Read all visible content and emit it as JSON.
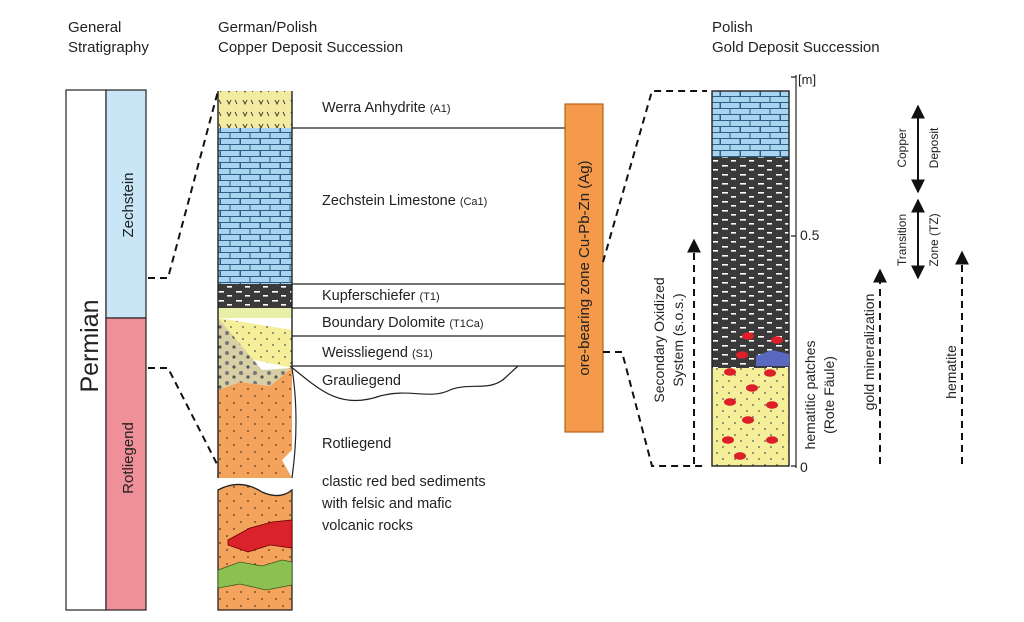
{
  "headers": {
    "general": [
      "General",
      "Stratigraphy"
    ],
    "copper": [
      "German/Polish",
      "Copper Deposit Succession"
    ],
    "gold": [
      "Polish",
      "Gold Deposit Succession"
    ]
  },
  "general_strat": {
    "period": "Permian",
    "zechstein": "Zechstein",
    "rotliegend": "Rotliegend"
  },
  "units": [
    {
      "name": "Werra Anhydrite",
      "code": "(A1)"
    },
    {
      "name": "Zechstein Limestone",
      "code": "(Ca1)"
    },
    {
      "name": "Kupferschiefer",
      "code": "(T1)"
    },
    {
      "name": "Boundary Dolomite",
      "code": "(T1Ca)"
    },
    {
      "name": "Weissliegend",
      "code": "(S1)"
    },
    {
      "name": "Grauliegend",
      "code": ""
    },
    {
      "name": "Rotliegend",
      "code": ""
    }
  ],
  "rotliegend_desc": [
    "clastic red bed sediments",
    "with felsic and mafic",
    "volcanic rocks"
  ],
  "ore_zone": "ore-bearing zone Cu-Pb-Zn (Ag)",
  "scale": {
    "unit": "[m]",
    "mid": "0.5",
    "zero": "0"
  },
  "gold_labels": {
    "sos": [
      "Secondary Oxidized",
      "System (s.o.s.)"
    ],
    "hematitic": [
      "hematitic patches",
      "(Rote Fäule)"
    ],
    "copper_deposit": [
      "Copper",
      "Deposit"
    ],
    "transition": [
      "Transition",
      "Zone (TZ)"
    ],
    "gold_min": "gold mineralization",
    "hematite": "hematite"
  },
  "colors": {
    "zechstein_blue": "#c8e6f6",
    "rotliegend_pink": "#ef8f98",
    "limestone_blue": "#a8d4ef",
    "shale_dark": "#3a3a3a",
    "anhydrite_yellow": "#f2eba0",
    "sand_orange": "#f3a35b",
    "weiss_yellow": "#f6ef9a",
    "ore_orange": "#f59a4a",
    "hematite_red": "#dd1f2a"
  }
}
